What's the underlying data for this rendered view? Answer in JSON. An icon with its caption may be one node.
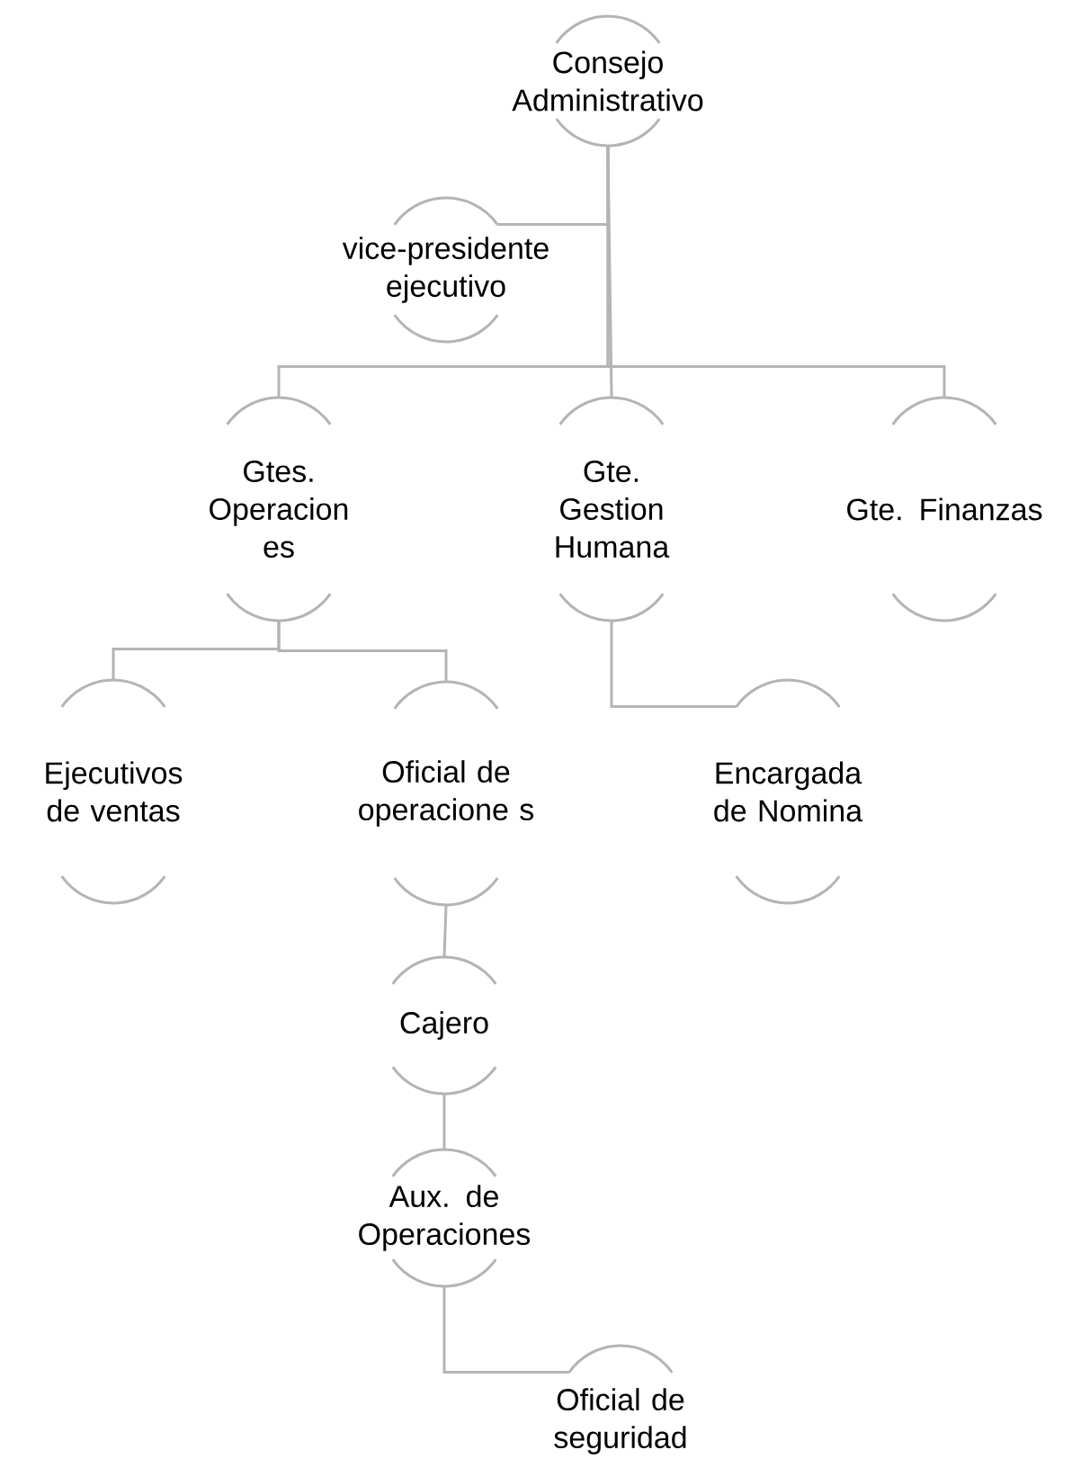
{
  "diagram": {
    "nodes": [
      {
        "text": [
          "Consejo Administrativo"
        ]
      },
      {
        "text": [
          "vice-presidente ejecutivo"
        ]
      },
      {
        "text": [
          "Gtes. Operacion es"
        ]
      },
      {
        "text": [
          "Gte. Gestion Humana"
        ]
      },
      {
        "text": [
          "Gte. Finanzas"
        ]
      },
      {
        "text": [
          "Ejecutivos de ventas"
        ]
      },
      {
        "text": [
          "Oficial de operacione s"
        ]
      },
      {
        "text": [
          "Encargada de Nomina"
        ]
      },
      {
        "text": [
          "Cajero"
        ]
      },
      {
        "text": [
          "Aux. de Operaciones"
        ]
      },
      {
        "text": [
          "Oficial de seguridad"
        ]
      }
    ],
    "edges": [
      {
        "from": 0,
        "to": 1,
        "arrow": "none"
      },
      {
        "from": 0,
        "to": 2,
        "arrow": "none"
      },
      {
        "from": 0,
        "to": 3,
        "arrow": "none"
      },
      {
        "from": 0,
        "to": 4,
        "arrow": "none"
      },
      {
        "from": 2,
        "to": 5,
        "arrow": "none"
      },
      {
        "from": 2,
        "to": 6,
        "arrow": "none"
      },
      {
        "from": 3,
        "to": 7,
        "arrow": "none"
      },
      {
        "from": 6,
        "to": 8,
        "arrow": "none"
      },
      {
        "from": 8,
        "to": 9,
        "arrow": "none"
      },
      {
        "from": 9,
        "to": 10,
        "arrow": "none"
      }
    ]
  }
}
